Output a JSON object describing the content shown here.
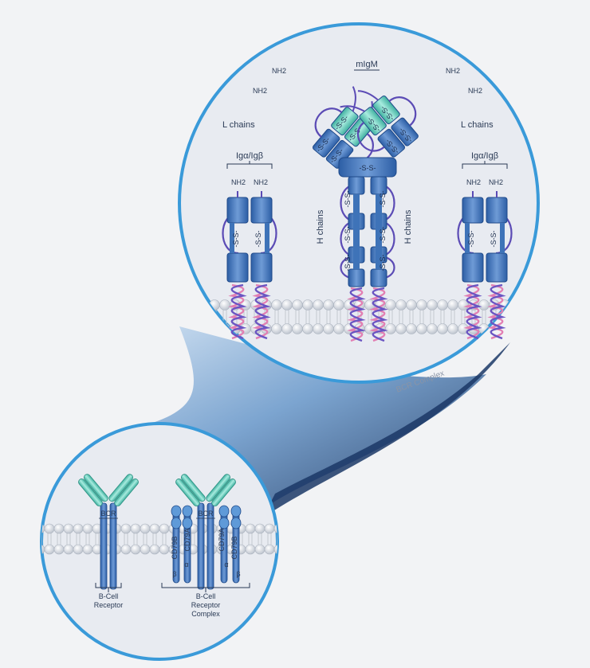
{
  "title": "mIgM",
  "nh2": "NH2",
  "l_chains": "L chains",
  "h_chains": "H chains",
  "ig_label": "Igα/Igβ",
  "disulfide": "-S-S-",
  "bcr_complex": "BCR Complex",
  "bcr": "BCR",
  "cd79a": "CD79A",
  "cd79b": "CD79B",
  "alpha": "α",
  "beta": "β",
  "b_cell_receptor": [
    "B-Cell",
    "Receptor"
  ],
  "b_cell_receptor_complex": [
    "B-Cell",
    "Receptor",
    "Complex"
  ],
  "colors": {
    "background": "#f2f3f5",
    "circle_border": "#3a9ad9",
    "circle_fill": "#e9ecf2",
    "domain_blue": "#3e73b8",
    "domain_teal": "#5fc7b4",
    "loop_purple": "#5b4bb5",
    "helix_pink": "#e27fb3",
    "membrane_gray": "#c9ced6"
  }
}
